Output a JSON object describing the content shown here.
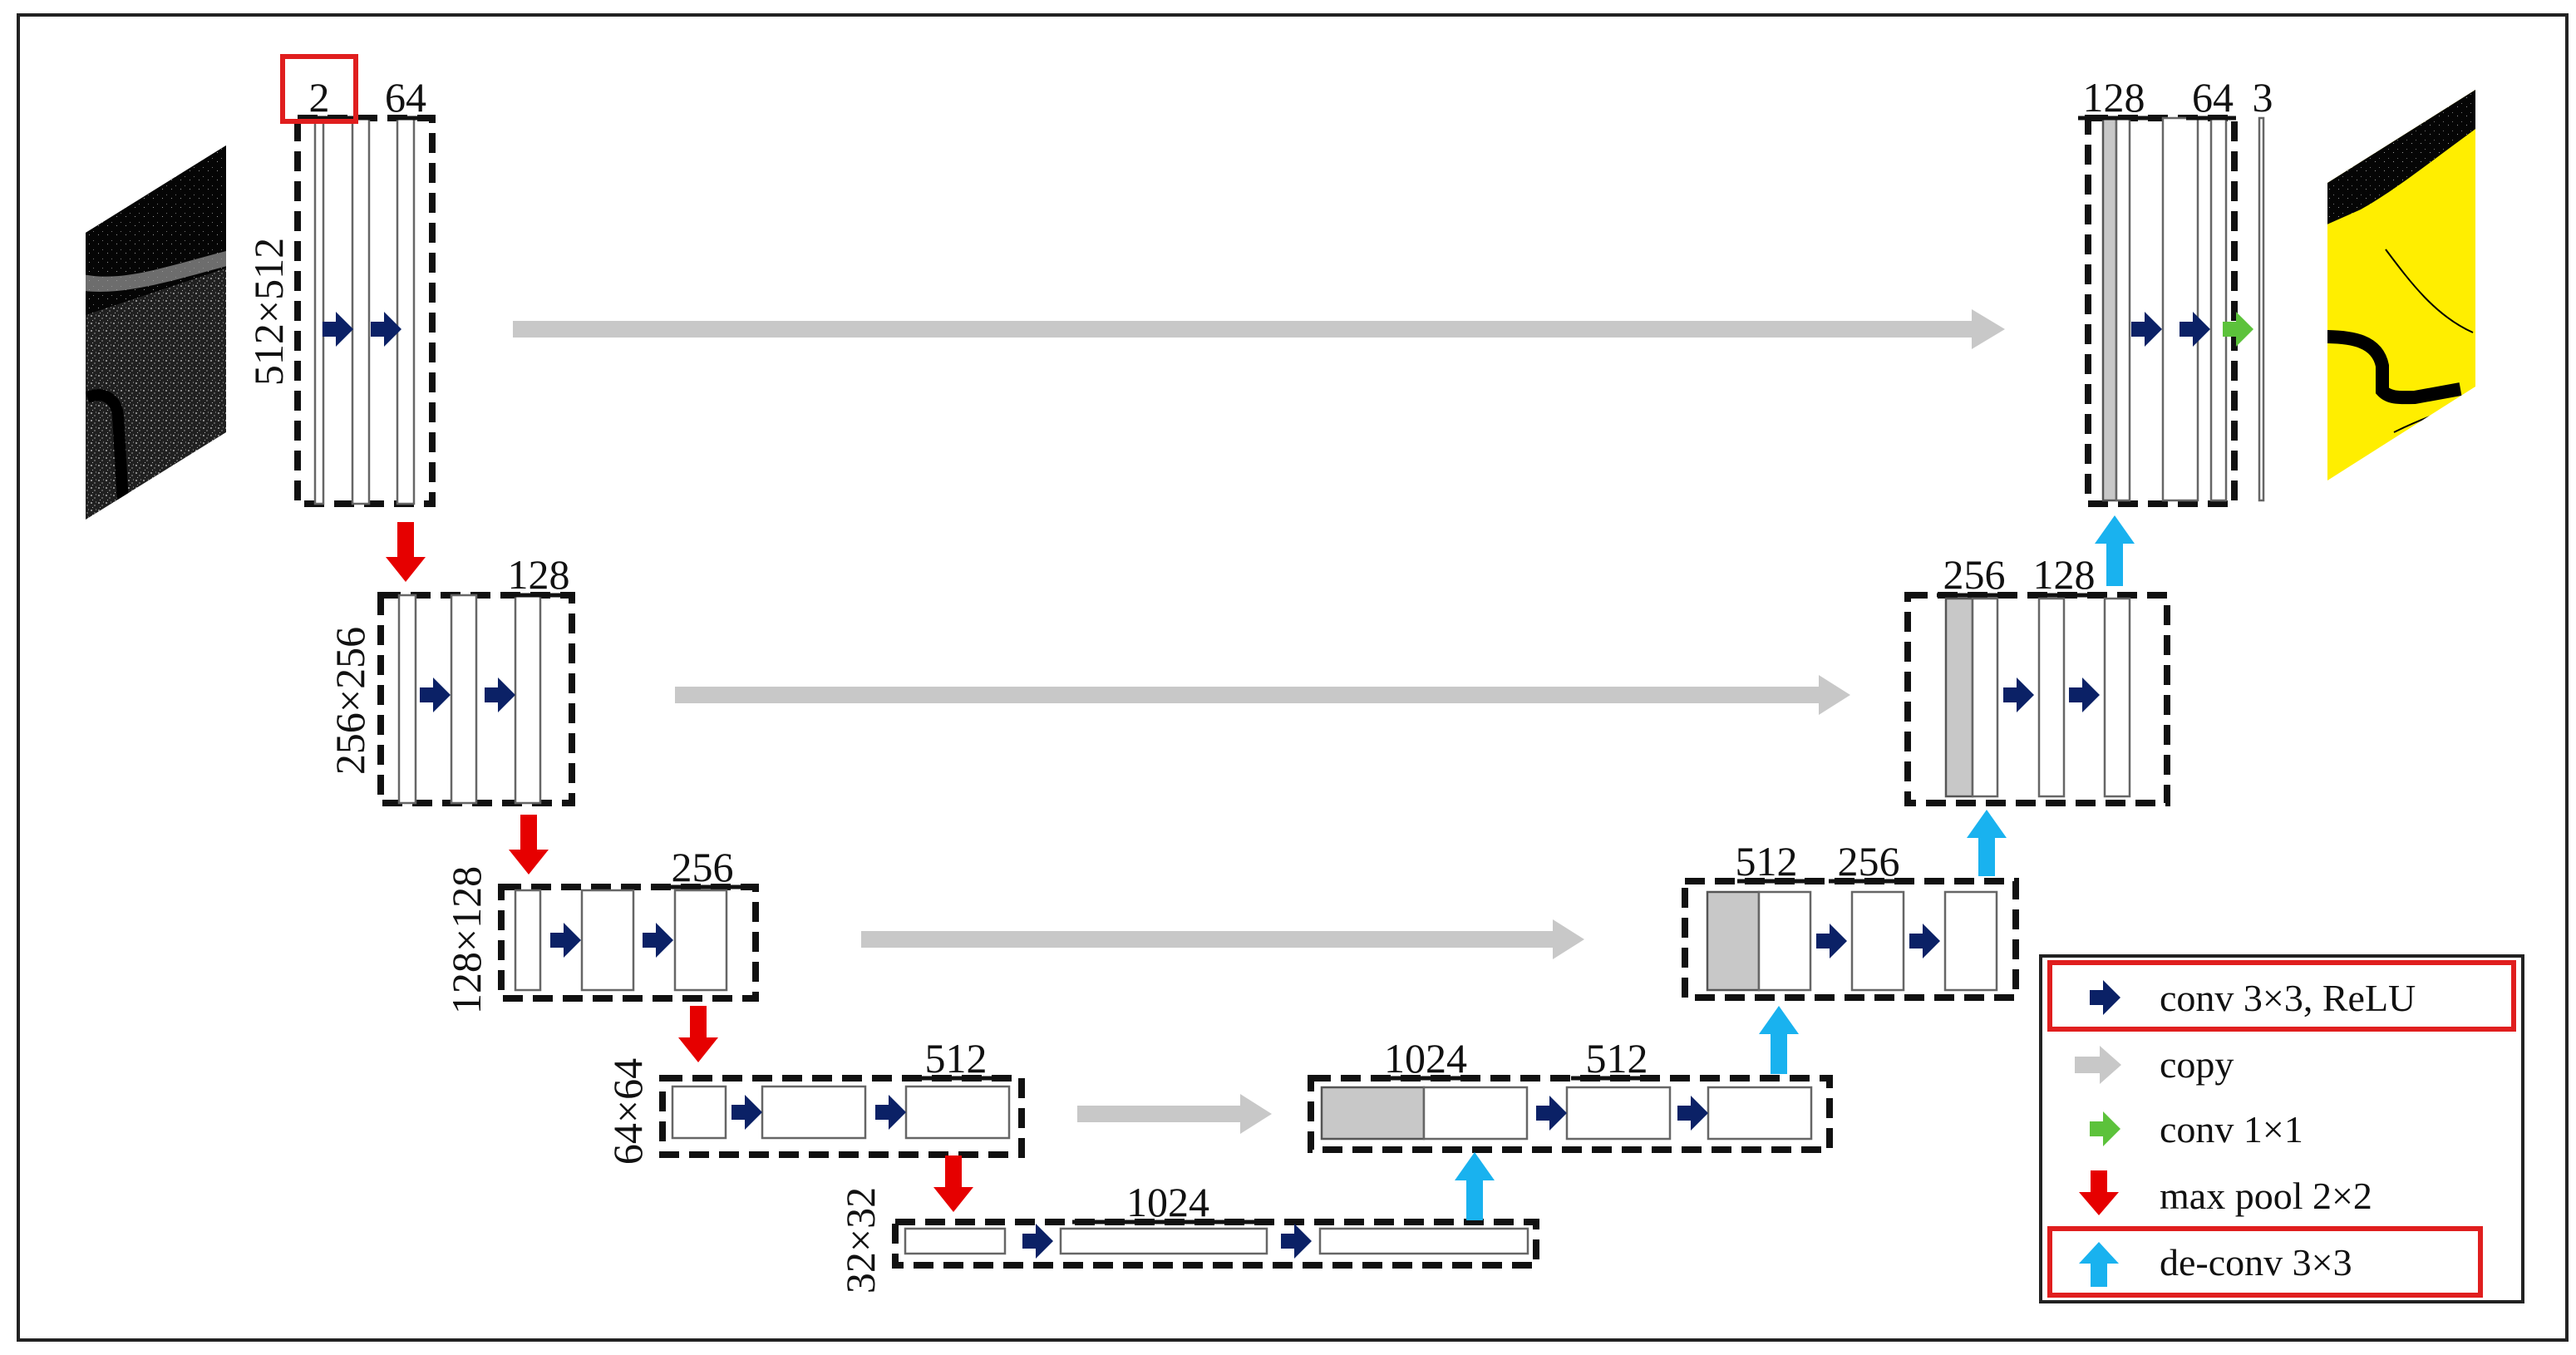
{
  "colors": {
    "conv": "#0b2166",
    "copy": "#c8c8c8",
    "conv1x1": "#5cc23b",
    "maxpool": "#e60000",
    "deconv": "#19b2ef",
    "highlight": "#e01e1e",
    "output_mask": "#ffee00"
  },
  "encoder": [
    {
      "size": "512×512",
      "channels_first": "2",
      "channels": "64"
    },
    {
      "size": "256×256",
      "channels": "128"
    },
    {
      "size": "128×128",
      "channels": "256"
    },
    {
      "size": "64×64",
      "channels": "512"
    },
    {
      "size": "32×32",
      "channels": "1024"
    }
  ],
  "decoder": [
    {
      "channels_concat": "1024",
      "channels": "512"
    },
    {
      "channels_concat": "512",
      "channels": "256"
    },
    {
      "channels_concat": "256",
      "channels": "128"
    },
    {
      "channels_concat": "128",
      "channels": "64",
      "output_channels": "3"
    }
  ],
  "images": {
    "input": "sar-input-image",
    "output": "segmentation-output-image"
  },
  "legend": [
    {
      "icon": "conv-arrow-icon",
      "label": "conv 3×3, ReLU",
      "highlighted": true
    },
    {
      "icon": "copy-arrow-icon",
      "label": "copy",
      "highlighted": false
    },
    {
      "icon": "conv1x1-arrow-icon",
      "label": "conv 1×1",
      "highlighted": false
    },
    {
      "icon": "maxpool-arrow-icon",
      "label": "max pool 2×2",
      "highlighted": false
    },
    {
      "icon": "deconv-arrow-icon",
      "label": "de-conv 3×3",
      "highlighted": true
    }
  ]
}
